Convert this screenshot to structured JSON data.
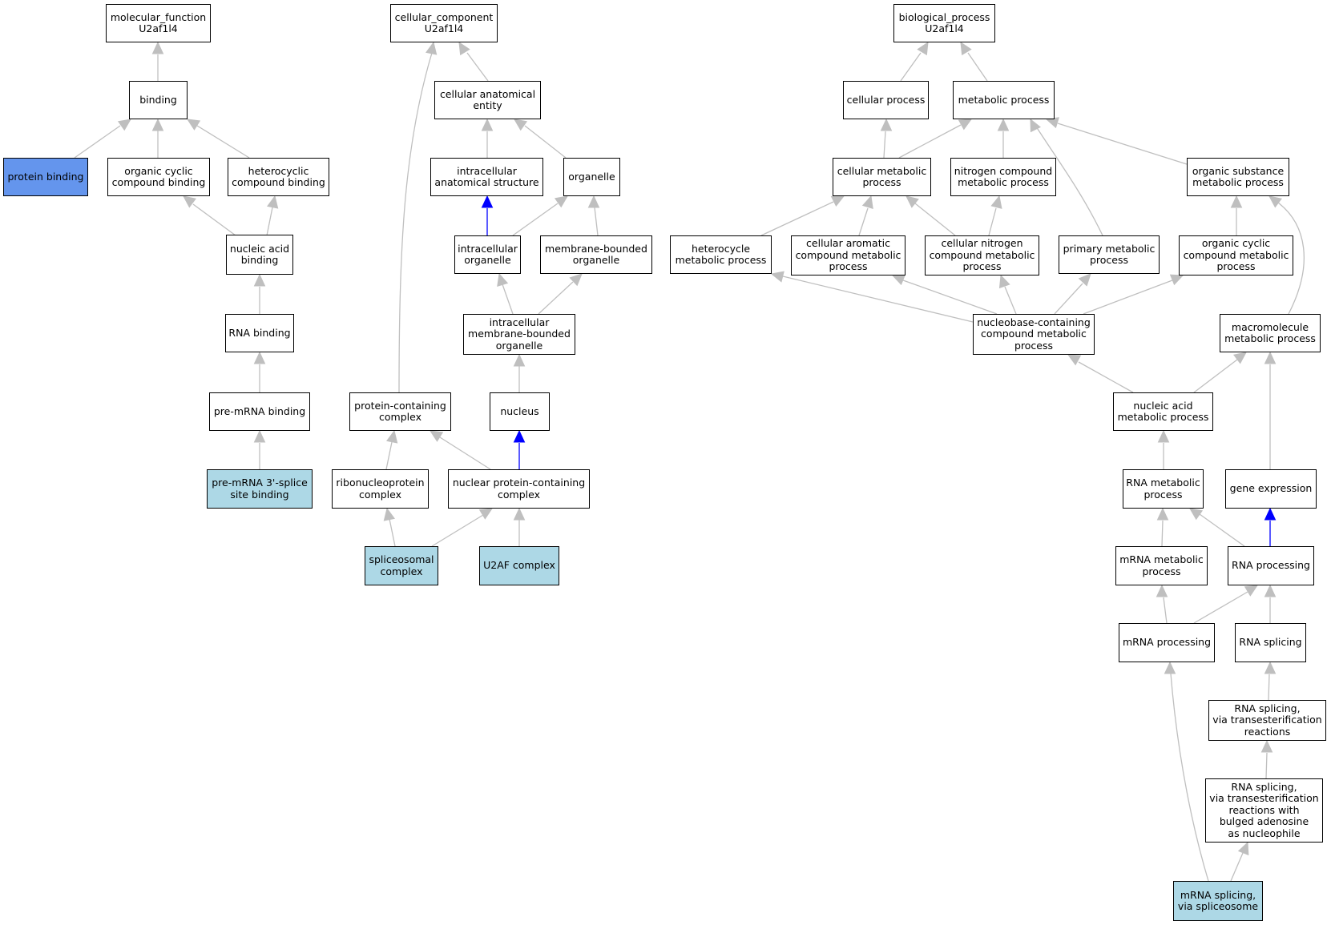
{
  "colors": {
    "edge": "#bfbfbf",
    "edge_highlight": "#0000ff",
    "node_fill": "#ffffff",
    "annotated_fill": "#add8e6",
    "selected_fill": "#6495ed",
    "node_border": "#000000"
  },
  "nodes": {
    "mf_root": "molecular_function\nU2af1l4",
    "binding": "binding",
    "protein_binding": "protein binding",
    "organic_cyclic_binding": "organic cyclic\ncompound binding",
    "heterocyclic_binding": "heterocyclic\ncompound binding",
    "nucleic_acid_binding": "nucleic acid\nbinding",
    "rna_binding": "RNA binding",
    "pre_mrna_binding": "pre-mRNA binding",
    "pre_mrna_3_splice": "pre-mRNA 3'-splice\nsite binding",
    "cc_root": "cellular_component\nU2af1l4",
    "cellular_anatomical_entity": "cellular anatomical\nentity",
    "intracellular_anatomical": "intracellular\nanatomical structure",
    "organelle": "organelle",
    "intracellular_organelle": "intracellular\norganelle",
    "membrane_bounded_organelle": "membrane-bounded\norganelle",
    "intracellular_mbo": "intracellular\nmembrane-bounded\norganelle",
    "protein_containing_complex": "protein-containing\ncomplex",
    "nucleus": "nucleus",
    "ribonucleoprotein_complex": "ribonucleoprotein\ncomplex",
    "nuclear_protein_complex": "nuclear protein-containing\ncomplex",
    "spliceosomal_complex": "spliceosomal\ncomplex",
    "u2af_complex": "U2AF complex",
    "bp_root": "biological_process\nU2af1l4",
    "cellular_process": "cellular process",
    "metabolic_process": "metabolic process",
    "cellular_metabolic": "cellular metabolic\nprocess",
    "nitrogen_compound_metabolic": "nitrogen compound\nmetabolic process",
    "organic_substance_metabolic": "organic substance\nmetabolic process",
    "heterocycle_metabolic": "heterocycle\nmetabolic process",
    "cellular_aromatic": "cellular aromatic\ncompound metabolic\nprocess",
    "cellular_nitrogen": "cellular nitrogen\ncompound metabolic\nprocess",
    "primary_metabolic": "primary metabolic\nprocess",
    "organic_cyclic_metabolic": "organic cyclic\ncompound metabolic\nprocess",
    "nucleobase_containing": "nucleobase-containing\ncompound metabolic\nprocess",
    "macromolecule_metabolic": "macromolecule\nmetabolic process",
    "nucleic_acid_metabolic": "nucleic acid\nmetabolic process",
    "rna_metabolic": "RNA metabolic\nprocess",
    "gene_expression": "gene expression",
    "mrna_metabolic": "mRNA metabolic\nprocess",
    "rna_processing": "RNA processing",
    "mrna_processing": "mRNA processing",
    "rna_splicing": "RNA splicing",
    "rna_splicing_trans": "RNA splicing,\nvia transesterification\nreactions",
    "rna_splicing_bulged": "RNA splicing,\nvia transesterification\nreactions with\nbulged adenosine\nas nucleophile",
    "mrna_splicing_spliceosome": "mRNA splicing,\nvia spliceosome"
  }
}
